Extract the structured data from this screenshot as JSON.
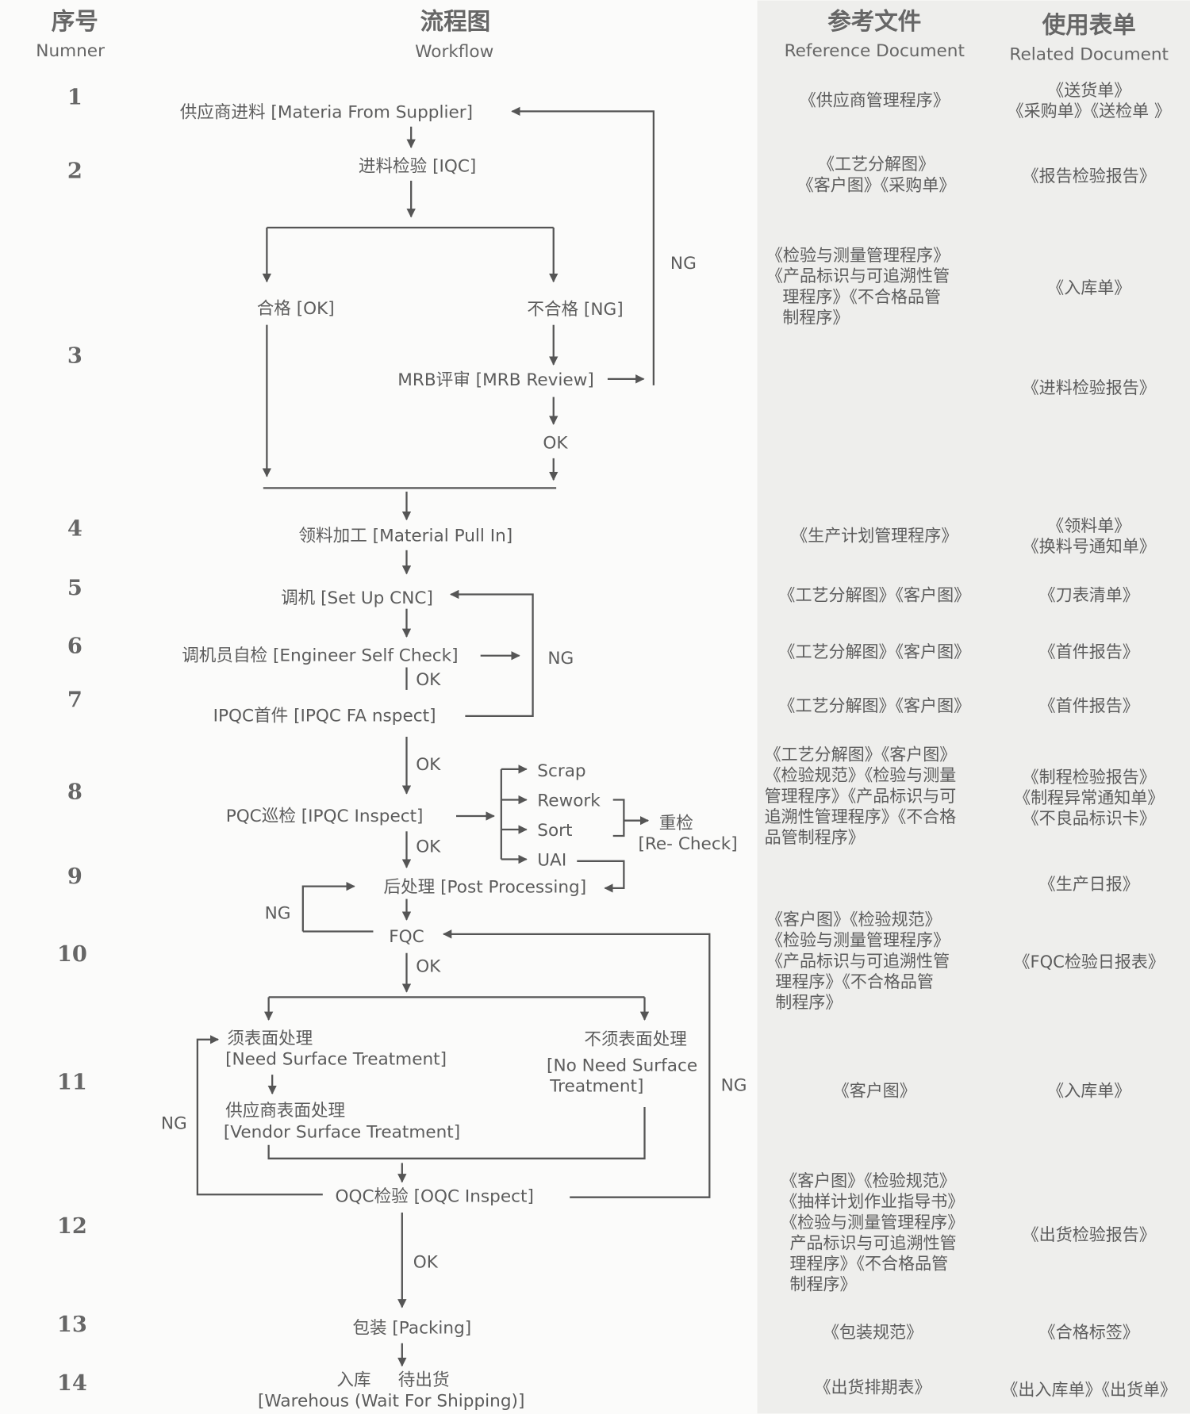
{
  "headers": {
    "seq_cn": "序号",
    "seq_en": "Numner",
    "flow_cn": "流程图",
    "flow_en": "Workflow",
    "ref_cn": "参考文件",
    "ref_en": "Reference Document",
    "rel_cn": "使用表单",
    "rel_en": "Related Document"
  },
  "row_numbers": [
    "1",
    "2",
    "3",
    "4",
    "5",
    "6",
    "7",
    "8",
    "9",
    "10",
    "11",
    "12",
    "13",
    "14"
  ],
  "flow": {
    "supplier": "供应商进料  [Materia From Supplier]",
    "iqc": "进料检验  [IQC]",
    "ok_branch": "合格  [OK]",
    "ng_branch": "不合格  [NG]",
    "mrb": "MRB评审  [MRB Review]",
    "mrb_ok": "OK",
    "ng_top": "NG",
    "pull_in": "领料加工  [Material Pull In]",
    "setup": "调机  [Set Up CNC]",
    "self_check": "调机员自检  [Engineer Self Check]",
    "self_ok": "OK",
    "ng_setup": "NG",
    "ipqc_fa": "IPQC首件  [IPQC FA nspect]",
    "fa_ok": "OK",
    "pqc": "PQC巡检  [IPQC  Inspect]",
    "scrap": "Scrap",
    "rework": "Rework",
    "sort": "Sort",
    "uai": "UAI",
    "recheck_cn": "重检",
    "recheck_en": "[Re- Check]",
    "pqc_ok": "OK",
    "post": "后处理  [Post Processing]",
    "post_ng": "NG",
    "fqc": "FQC",
    "fqc_ok": "OK",
    "need_cn": "须表面处理",
    "need_en": "[Need Surface Treatment]",
    "noneed_cn": "不须表面处理",
    "noneed_en1": "[No Need Surface",
    "noneed_en2": "Treatment]",
    "ng_right": "NG",
    "vendor_cn": "供应商表面处理",
    "vendor_en": "[Vendor Surface Treatment]",
    "ng_left": "NG",
    "oqc": "OQC检验 [OQC Inspect]",
    "oqc_ok": "OK",
    "packing": "包装 [Packing]",
    "warehouse_cn": "入库     待出货",
    "warehouse_en": "[Warehous (Wait For Shipping)]"
  },
  "reference_docs": [
    [
      "《供应商管理程序》"
    ],
    [
      "《工艺分解图》",
      "《客户图》《采购单》"
    ],
    [
      "《检验与测量管理程序》",
      "《产品标识与可追溯性管",
      "理程序》《不合格品管",
      "制程序》"
    ],
    [
      "《生产计划管理程序》"
    ],
    [
      "《工艺分解图》《客户图》"
    ],
    [
      "《工艺分解图》《客户图》"
    ],
    [
      "《工艺分解图》《客户图》"
    ],
    [
      "《工艺分解图》《客户图》",
      "《检验规范》《检验与测量",
      "管理程序》《产品标识与可",
      "追溯性管理程序》《不合格",
      "品管制程序》"
    ],
    [
      "《客户图》《检验规范》",
      "《检验与测量管理程序》",
      "《产品标识与可追溯性管",
      "理程序》《不合格品管",
      "制程序》"
    ],
    [
      "《客户图》"
    ],
    [
      "《客户图》《检验规范》",
      "《抽样计划作业指导书》",
      "《检验与测量管理程序》",
      "产品标识与可追溯性管",
      "理程序》《不合格品管",
      "制程序》"
    ],
    [
      "《包装规范》"
    ],
    [
      "《出货排期表》"
    ]
  ],
  "related_docs": [
    [
      "《送货单》",
      "《采购单》《送检单 》"
    ],
    [
      "《报告检验报告》"
    ],
    [
      "《入库单》"
    ],
    [
      "《进料检验报告》"
    ],
    [
      "《领料单》",
      "《换料号通知单》"
    ],
    [
      "《刀表清单》"
    ],
    [
      "《首件报告》"
    ],
    [
      "《首件报告》"
    ],
    [
      "《制程检验报告》",
      "《制程异常通知单》",
      "《不良品标识卡》"
    ],
    [
      "《生产日报》"
    ],
    [
      "《FQC检验日报表》"
    ],
    [
      "《入库单》"
    ],
    [
      "《出货检验报告》"
    ],
    [
      "《合格标签》"
    ],
    [
      "《出入库单》《出货单》"
    ]
  ]
}
